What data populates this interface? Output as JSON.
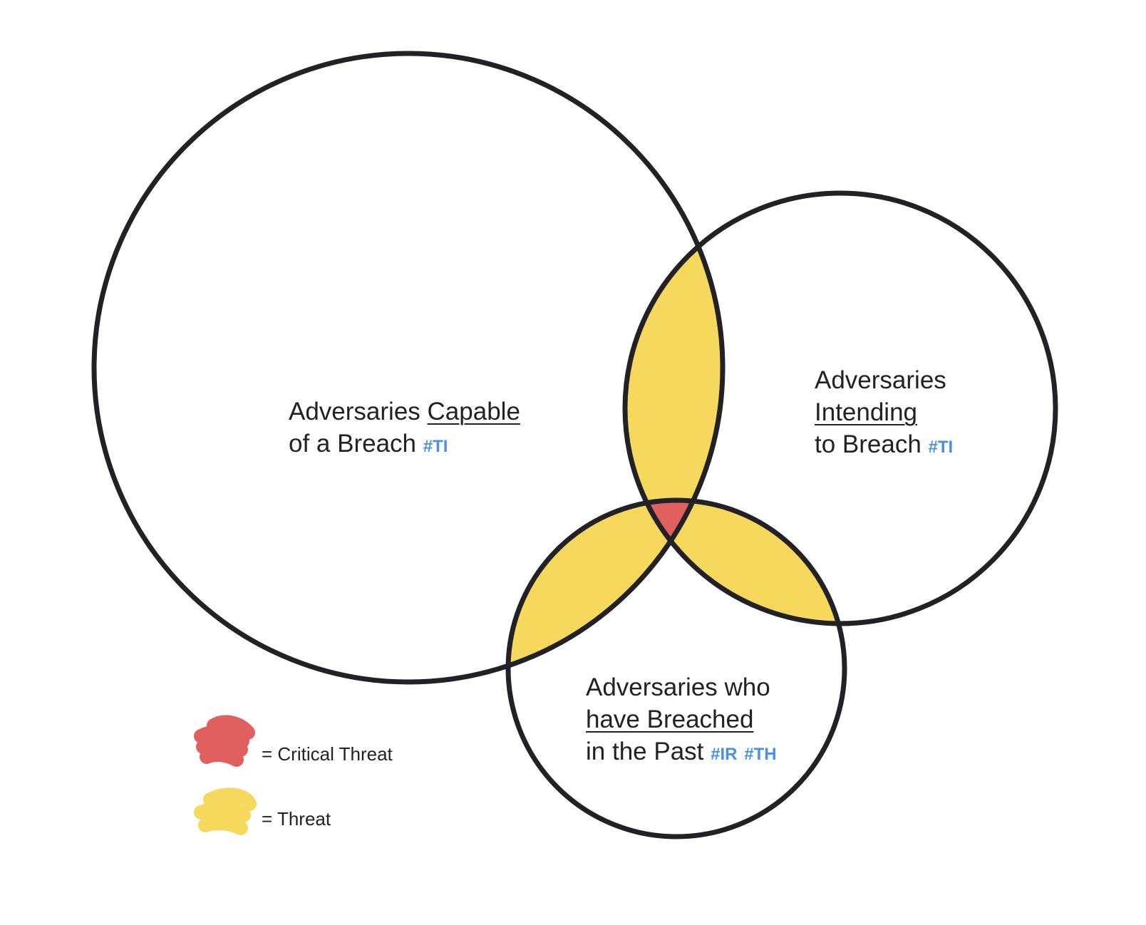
{
  "colors": {
    "critical": "#E06060",
    "threat": "#F6D85C",
    "tag": "#4A90E2",
    "stroke": "#222226",
    "text": "#222222"
  },
  "sets": {
    "capable": {
      "line1_pre": "Adversaries ",
      "line1_under": "Capable",
      "line2": "of a Breach",
      "tag": "#TI"
    },
    "intending": {
      "line1": "Adversaries",
      "line2_under": "Intending",
      "line3": "to Breach",
      "tag": "#TI"
    },
    "breached": {
      "line1": "Adversaries who",
      "line2_under": "have Breached",
      "line3": "in the Past",
      "tag1": "#IR",
      "tag2": "#TH"
    }
  },
  "legend": {
    "critical_label": "= Critical Threat",
    "threat_label": "= Threat"
  }
}
